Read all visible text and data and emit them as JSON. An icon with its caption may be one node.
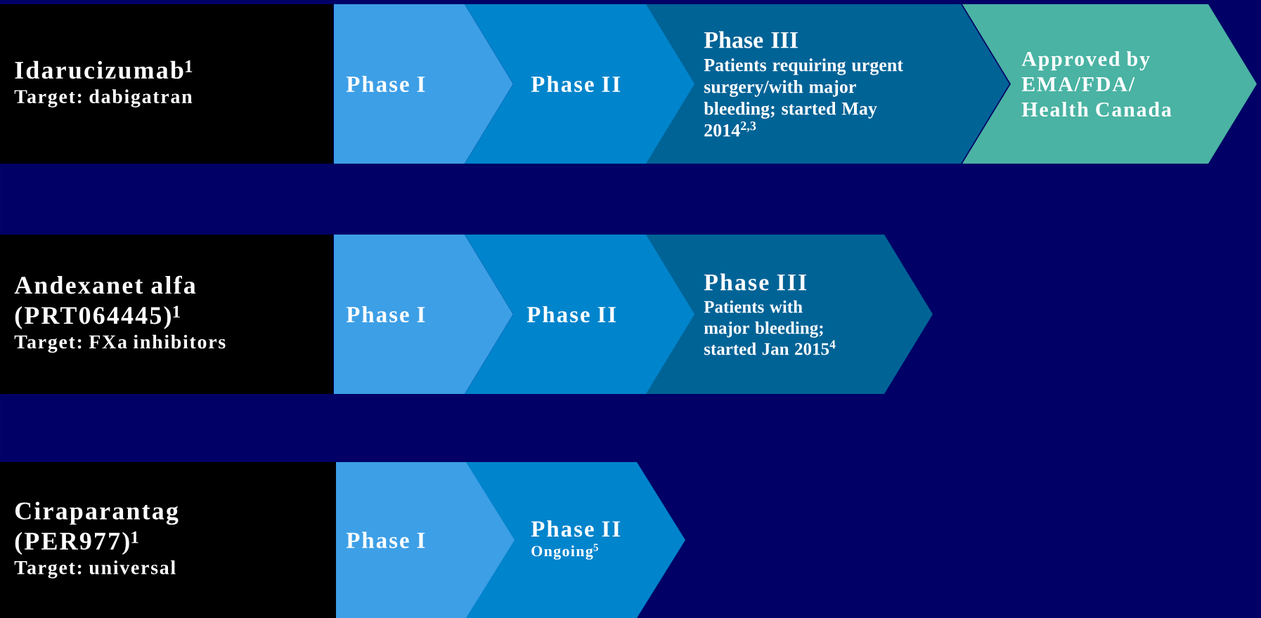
{
  "diagram": {
    "nodes": [
      {
        "text": [
          "Idarucizumab$^{1}$",
          "Target: dabigatran"
        ]
      },
      {
        "text": [
          "Phase I"
        ]
      },
      {
        "text": [
          "Phase II"
        ]
      },
      {
        "text": [
          "Phase III",
          "Patients requiring urgent surgery/with major bleeding; started May 2014$^{2,3}$"
        ]
      },
      {
        "text": [
          "Approved by EMA/FDA/ Health Canada"
        ]
      },
      {
        "text": [
          "Andexanet alfa (PRT064445)$^{1}$",
          "Target: FXa inhibitors"
        ]
      },
      {
        "text": [
          "Phase I"
        ]
      },
      {
        "text": [
          "Phase II"
        ]
      },
      {
        "text": [
          "Phase III",
          "Patients with major bleeding; started Jan 2015$^{4}$"
        ]
      },
      {
        "text": [
          "Ciraparantag (PER977)$^{1}$",
          "Target: universal"
        ]
      },
      {
        "text": [
          "Phase I"
        ]
      },
      {
        "text": [
          "Phase II",
          "Ongoing$^{5}$"
        ]
      }
    ]
  }
}
